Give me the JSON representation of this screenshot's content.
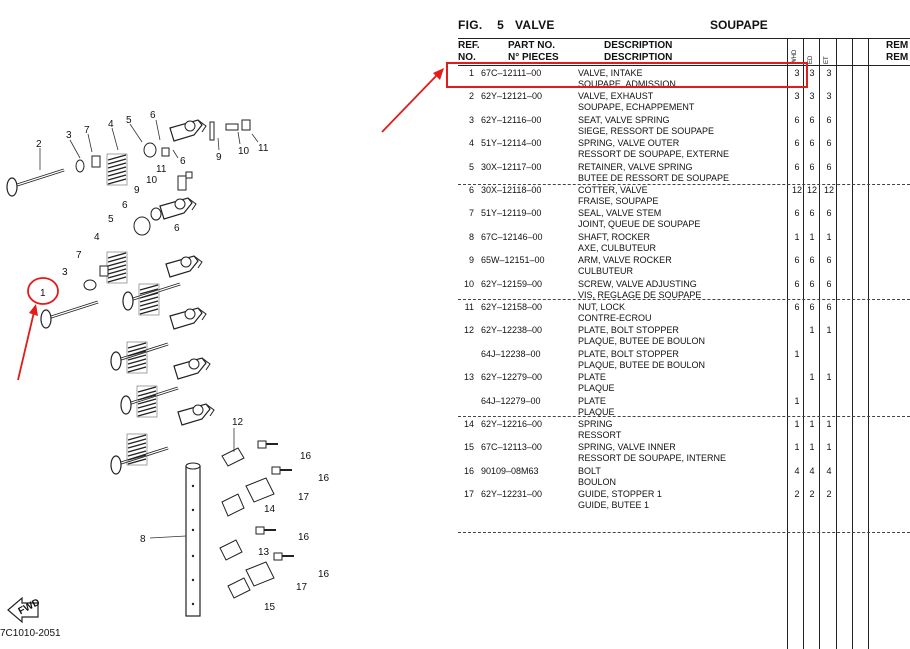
{
  "header": {
    "fig_label": "FIG.",
    "fig_number": "5",
    "title_en": "VALVE",
    "title_fr": "SOUPAPE",
    "col_ref": "REF.",
    "col_no": "NO.",
    "col_partno": "PART NO.",
    "col_npieces": "N° PIECES",
    "col_desc1": "DESCRIPTION",
    "col_desc2": "DESCRIPTION",
    "col_rem1": "REM",
    "col_rem2": "REM",
    "qty_col_a": "WHD",
    "qty_col_b": "ED",
    "qty_col_c": "ET"
  },
  "diagram": {
    "code": "7C1010-2051",
    "fwd_label": "FWD",
    "callouts": [
      "1",
      "2",
      "3",
      "4",
      "5",
      "6",
      "7",
      "8",
      "9",
      "10",
      "11",
      "12",
      "13",
      "14",
      "15",
      "16",
      "17"
    ]
  },
  "parts": [
    {
      "ref": "1",
      "part": "67C–12111–00",
      "d1": "VALVE, INTAKE",
      "d2": "SOUPAPE, ADMISSION",
      "q": [
        "3",
        "3",
        "3"
      ]
    },
    {
      "ref": "2",
      "part": "62Y–12121–00",
      "d1": "VALVE, EXHAUST",
      "d2": "SOUPAPE, ECHAPPEMENT",
      "q": [
        "3",
        "3",
        "3"
      ]
    },
    {
      "ref": "3",
      "part": "62Y–12116–00",
      "d1": "SEAT, VALVE SPRING",
      "d2": "SIEGE, RESSORT DE SOUPAPE",
      "q": [
        "6",
        "6",
        "6"
      ]
    },
    {
      "ref": "4",
      "part": "51Y–12114–00",
      "d1": "SPRING, VALVE OUTER",
      "d2": "RESSORT DE SOUPAPE, EXTERNE",
      "q": [
        "6",
        "6",
        "6"
      ]
    },
    {
      "ref": "5",
      "part": "30X–12117–00",
      "d1": "RETAINER, VALVE SPRING",
      "d2": "BUTEE DE RESSORT DE SOUPAPE",
      "q": [
        "6",
        "6",
        "6"
      ]
    },
    {
      "ref": "6",
      "part": "30X–12118–00",
      "d1": "COTTER, VALVE",
      "d2": "FRAISE, SOUPAPE",
      "q": [
        "12",
        "12",
        "12"
      ]
    },
    {
      "ref": "7",
      "part": "51Y–12119–00",
      "d1": "SEAL, VALVE STEM",
      "d2": "JOINT, QUEUE DE SOUPAPE",
      "q": [
        "6",
        "6",
        "6"
      ]
    },
    {
      "ref": "8",
      "part": "67C–12146–00",
      "d1": "SHAFT, ROCKER",
      "d2": "AXE, CULBUTEUR",
      "q": [
        "1",
        "1",
        "1"
      ]
    },
    {
      "ref": "9",
      "part": "65W–12151–00",
      "d1": "ARM, VALVE ROCKER",
      "d2": "CULBUTEUR",
      "q": [
        "6",
        "6",
        "6"
      ]
    },
    {
      "ref": "10",
      "part": "62Y–12159–00",
      "d1": "SCREW, VALVE ADJUSTING",
      "d2": "VIS, REGLAGE DE SOUPAPE",
      "q": [
        "6",
        "6",
        "6"
      ]
    },
    {
      "ref": "11",
      "part": "62Y–12158–00",
      "d1": "NUT, LOCK",
      "d2": "CONTRE-ECROU",
      "q": [
        "6",
        "6",
        "6"
      ]
    },
    {
      "ref": "12",
      "part": "62Y–12238–00",
      "d1": "PLATE, BOLT STOPPER",
      "d2": "PLAQUE, BUTEE DE BOULON",
      "q": [
        "",
        "1",
        "1"
      ]
    },
    {
      "ref": "",
      "part": "64J–12238–00",
      "d1": "PLATE, BOLT STOPPER",
      "d2": "PLAQUE, BUTEE DE BOULON",
      "q": [
        "1",
        "",
        ""
      ]
    },
    {
      "ref": "13",
      "part": "62Y–12279–00",
      "d1": "PLATE",
      "d2": "PLAQUE",
      "q": [
        "",
        "1",
        "1"
      ]
    },
    {
      "ref": "",
      "part": "64J–12279–00",
      "d1": "PLATE",
      "d2": "PLAQUE",
      "q": [
        "1",
        "",
        ""
      ]
    },
    {
      "ref": "14",
      "part": "62Y–12216–00",
      "d1": "SPRING",
      "d2": "RESSORT",
      "q": [
        "1",
        "1",
        "1"
      ]
    },
    {
      "ref": "15",
      "part": "67C–12113–00",
      "d1": "SPRING, VALVE INNER",
      "d2": "RESSORT DE SOUPAPE, INTERNE",
      "q": [
        "1",
        "1",
        "1"
      ]
    },
    {
      "ref": "16",
      "part": "90109–08M63",
      "d1": "BOLT",
      "d2": "BOULON",
      "q": [
        "4",
        "4",
        "4"
      ]
    },
    {
      "ref": "17",
      "part": "62Y–12231–00",
      "d1": "GUIDE, STOPPER 1",
      "d2": "GUIDE, BUTEE 1",
      "q": [
        "2",
        "2",
        "2"
      ]
    }
  ]
}
